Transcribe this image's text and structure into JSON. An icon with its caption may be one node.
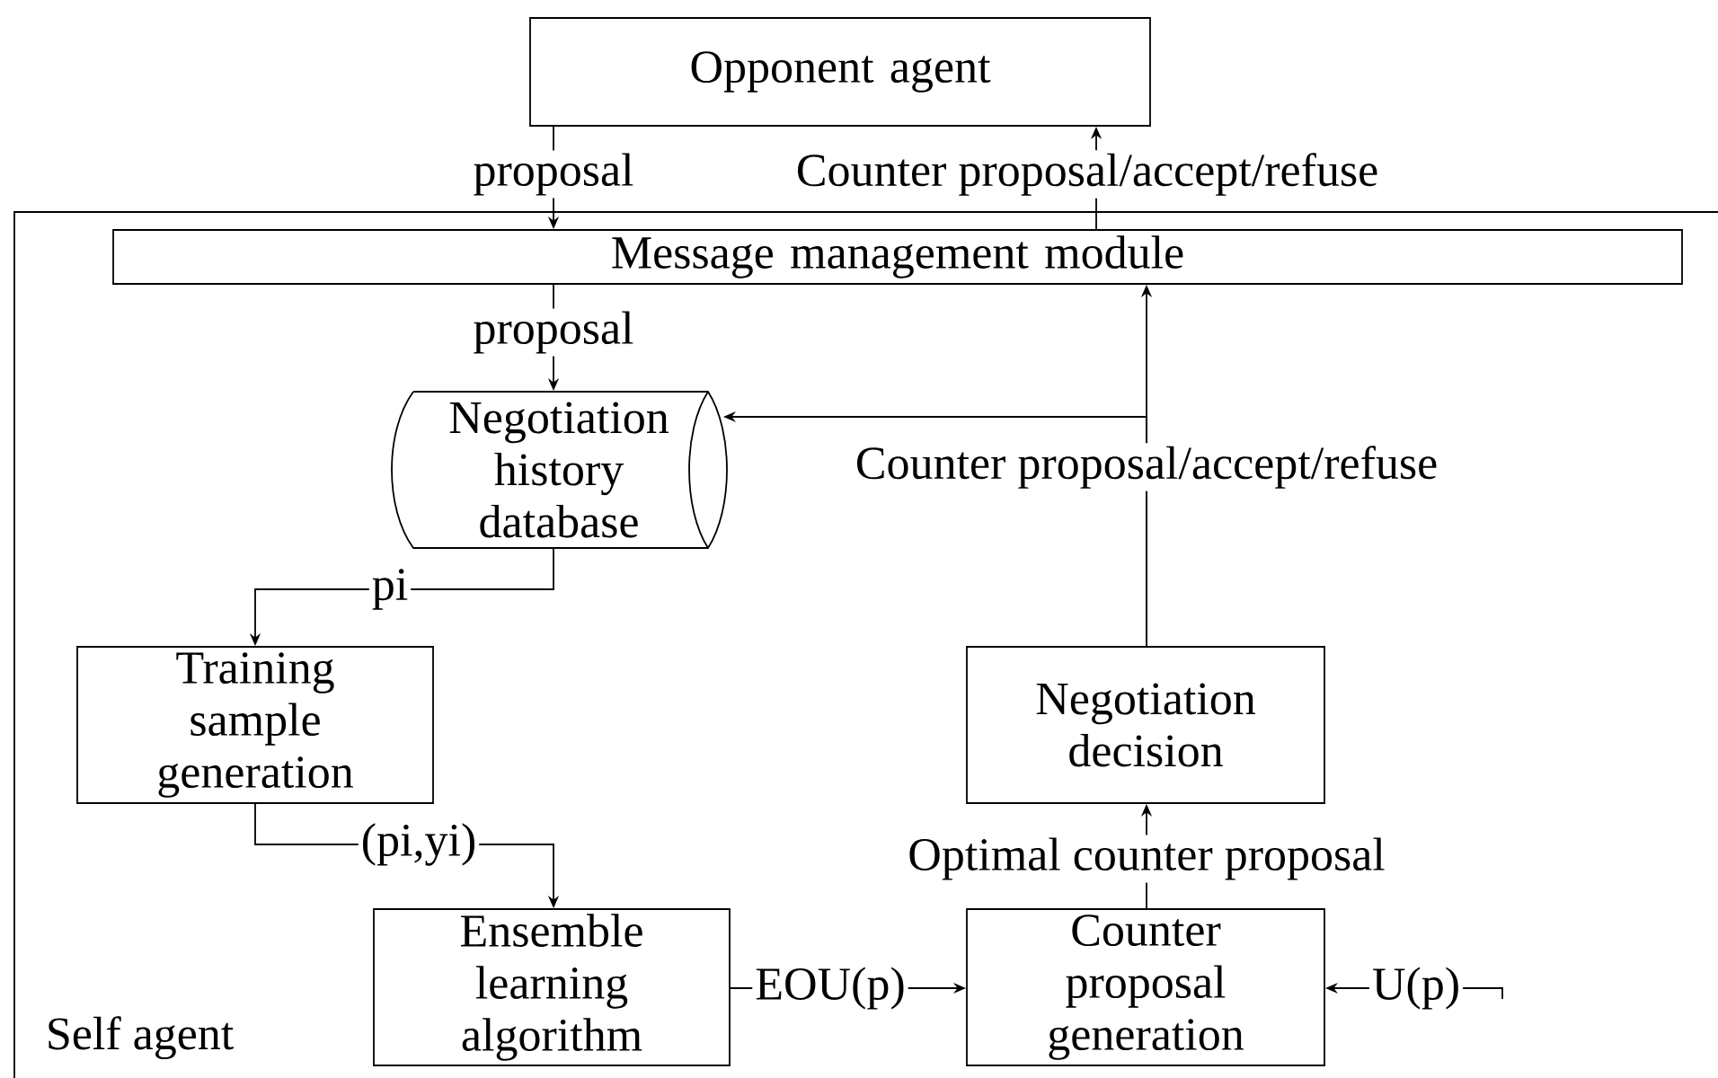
{
  "diagram": {
    "nodes": [
      {
        "text": [
          "Opponent agent"
        ]
      },
      {
        "text": [
          "Self agent"
        ]
      },
      {
        "text": [
          "Message management module"
        ],
        "in": 1
      },
      {
        "text": [
          "Negotiation history database"
        ],
        "in": 1
      },
      {
        "text": [
          "Training sample generation"
        ],
        "in": 1
      },
      {
        "text": [
          "Ensemble learning algorithm"
        ],
        "in": 1
      },
      {
        "text": [
          "Negotiation decision"
        ],
        "in": 1
      },
      {
        "text": [
          "Counter proposal generation"
        ],
        "in": 1
      }
    ],
    "edges": [
      {
        "from": 0,
        "to": 2,
        "arrow": "to",
        "label": "proposal"
      },
      {
        "from": 2,
        "to": 0,
        "arrow": "to",
        "label": "Counter proposal/accept/refuse"
      },
      {
        "from": 2,
        "to": 3,
        "arrow": "to",
        "label": "proposal"
      },
      {
        "from": 6,
        "to": 2,
        "arrow": "to",
        "label": "Counter proposal/accept/refuse"
      },
      {
        "from": 6,
        "to": 3,
        "arrow": "to"
      },
      {
        "from": 3,
        "to": 4,
        "arrow": "to",
        "label": "pi"
      },
      {
        "from": 4,
        "to": 5,
        "arrow": "to",
        "label": "(pi,yi)"
      },
      {
        "from": 5,
        "to": 7,
        "arrow": "to",
        "label": "EOU(p)"
      },
      {
        "from": 7,
        "to": 6,
        "arrow": "to",
        "label": "Optimal counter proposal"
      },
      {
        "from": null,
        "to": 7,
        "arrow": "to",
        "label": "U(p)"
      }
    ]
  }
}
